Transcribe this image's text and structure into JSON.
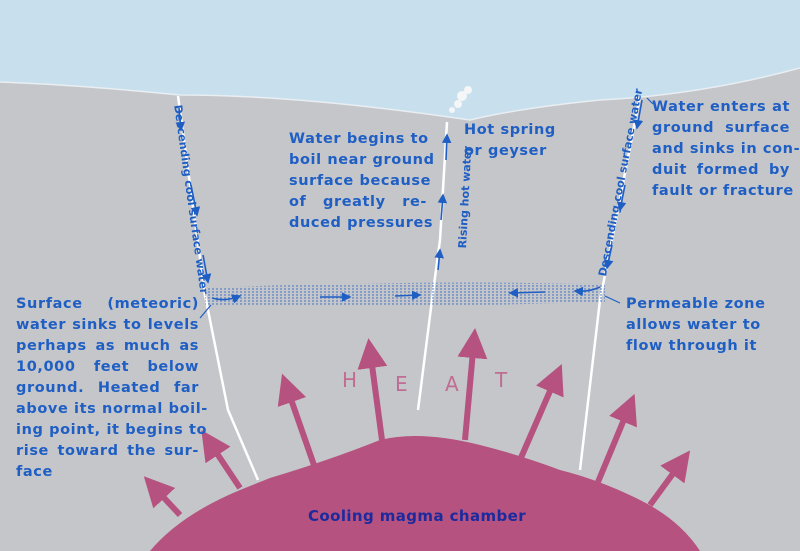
{
  "title": "Hot spring / geyser formation diagram",
  "colors": {
    "sky": "#c8dfee",
    "ground": "#c5c6ca",
    "label": "#1f5fc4",
    "magma": "#b6527f",
    "magma_label": "#1c2a9e"
  },
  "labels": {
    "descending_left": "Descending cool surface water",
    "descending_right": "Descending cool surface water",
    "rising": "Rising hot water",
    "hot_spring": [
      "Hot spring",
      "or geyser"
    ],
    "boil": [
      "Water begins to",
      "boil near ground",
      "surface because",
      "of greatly re-",
      "duced pressures"
    ],
    "enters": [
      "Water enters at",
      "ground surface",
      "and sinks in con-",
      "duit formed by",
      "fault or fracture"
    ],
    "permeable": [
      "Permeable zone",
      "allows water to",
      "flow through it"
    ],
    "meteoric": [
      "Surface (meteoric)",
      "water sinks to levels",
      "perhaps as much as",
      "10,000 feet below",
      "ground. Heated far",
      "above its normal boil-",
      "ing point, it begins to",
      "rise toward the sur-",
      "face"
    ],
    "heat_letters": [
      "H",
      "E",
      "A",
      "T"
    ],
    "magma": "Cooling magma chamber"
  }
}
